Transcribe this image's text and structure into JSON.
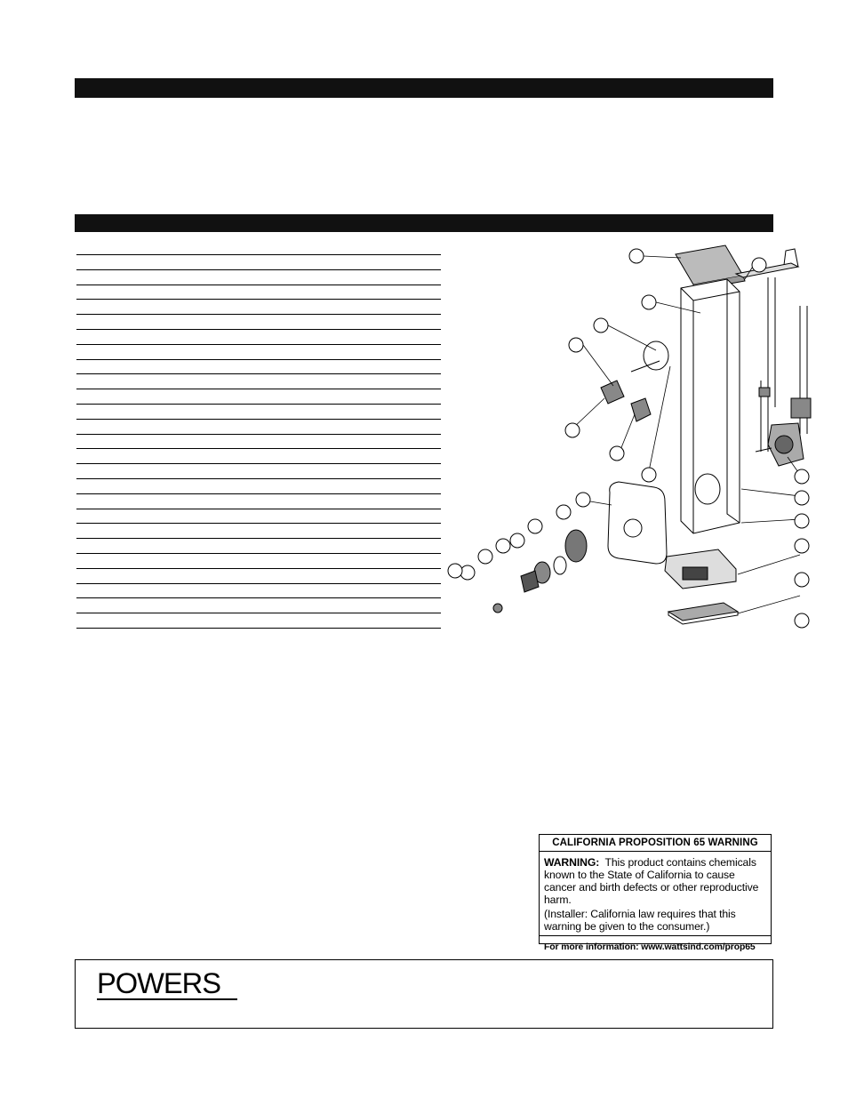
{
  "section_bars": [
    "",
    ""
  ],
  "parts_table": {
    "row_count": 26
  },
  "diagram": {
    "callouts": [
      "",
      "",
      "",
      "",
      "",
      "",
      "",
      "",
      "",
      "",
      "",
      "",
      "",
      "",
      "",
      "",
      "",
      "",
      "",
      "",
      "",
      ""
    ]
  },
  "prop65": {
    "title": "CALIFORNIA PROPOSITION 65 WARNING",
    "warning_label": "WARNING:",
    "warning_text": "This product contains chemicals known to the State of California to cause cancer and birth defects or other reproductive harm.",
    "installer_note": "(Installer:  California law requires that this warning be given to the consumer.)",
    "more_info": "For more information:  www.wattsind.com/prop65"
  },
  "footer": {
    "logo_text": "POWERS"
  }
}
